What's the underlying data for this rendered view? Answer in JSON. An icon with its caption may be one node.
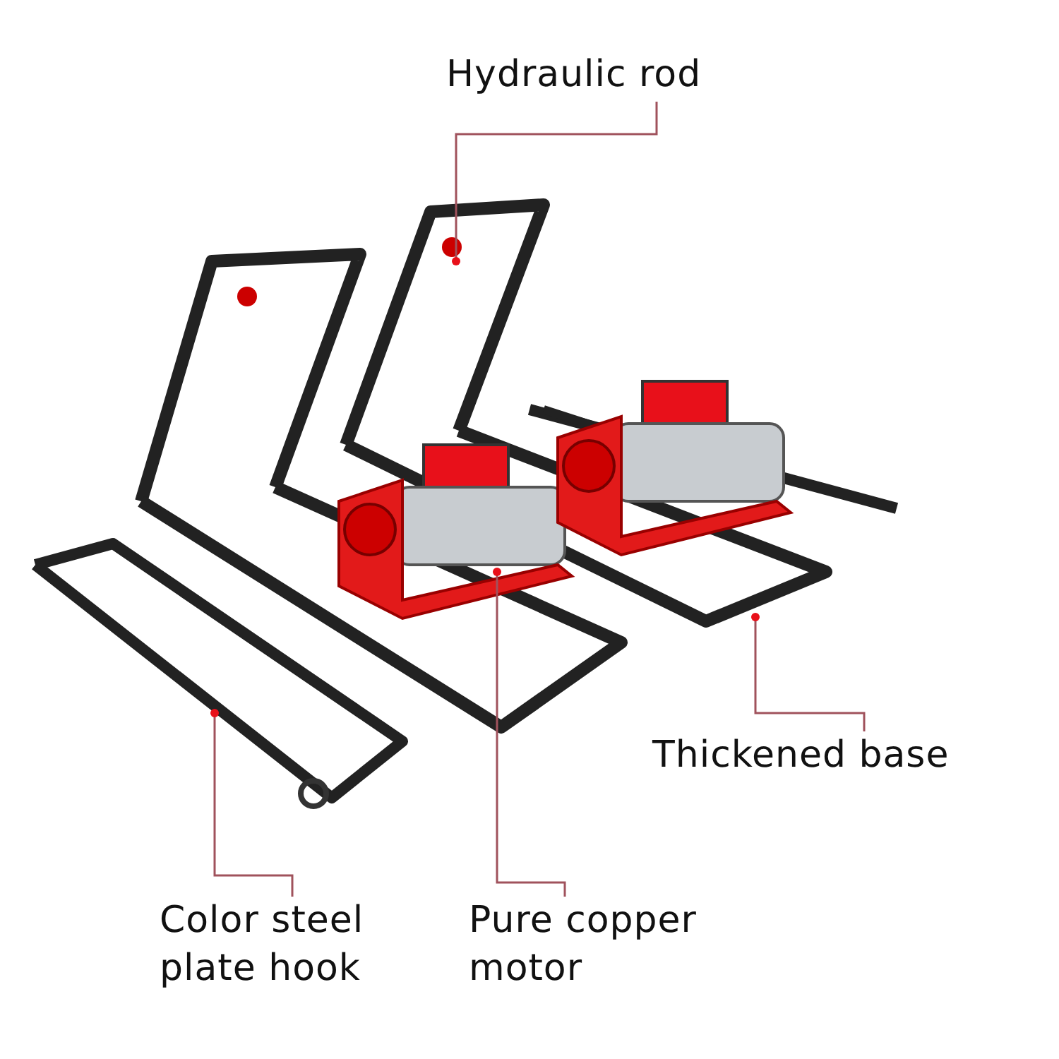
{
  "diagram": {
    "nodes": [
      {
        "text": [
          "Hydraulic rod"
        ]
      },
      {
        "text": [
          "Thickened base"
        ]
      },
      {
        "text": [
          "Color steel plate hook"
        ]
      },
      {
        "text": [
          "Pure copper motor"
        ]
      }
    ],
    "edges": [
      {
        "from": 0,
        "to": null,
        "arrow": "other"
      },
      {
        "from": 1,
        "to": null,
        "arrow": "other"
      },
      {
        "from": 2,
        "to": null,
        "arrow": "other"
      },
      {
        "from": 3,
        "to": null,
        "arrow": "other"
      }
    ]
  }
}
